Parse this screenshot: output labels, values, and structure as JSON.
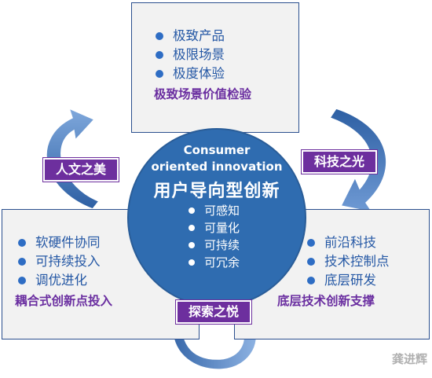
{
  "top_box": {
    "items": [
      "极致产品",
      "极限场景",
      "极度体验"
    ],
    "caption": "极致场景价值检验"
  },
  "left_box": {
    "items": [
      "软硬件协同",
      "可持续投入",
      "调优进化"
    ],
    "caption": "耦合式创新点投入"
  },
  "right_box": {
    "items": [
      "前沿科技",
      "技术控制点",
      "底层研发"
    ],
    "caption": "底层技术创新支撑"
  },
  "center": {
    "line1": "Consumer",
    "line2": "oriented innovation",
    "title": "用户导向型创新",
    "items": [
      "可感知",
      "可量化",
      "可持续",
      "可冗余"
    ]
  },
  "tags": {
    "left": "人文之美",
    "right": "科技之光",
    "bottom": "探索之悦"
  },
  "watermark": "龚进辉",
  "colors": {
    "circle": "#2f6cb0",
    "tag": "#6d2f9e",
    "text_blue": "#2558a5",
    "caption_purple": "#6a2ea0",
    "box_border": "#2b4f8e"
  }
}
